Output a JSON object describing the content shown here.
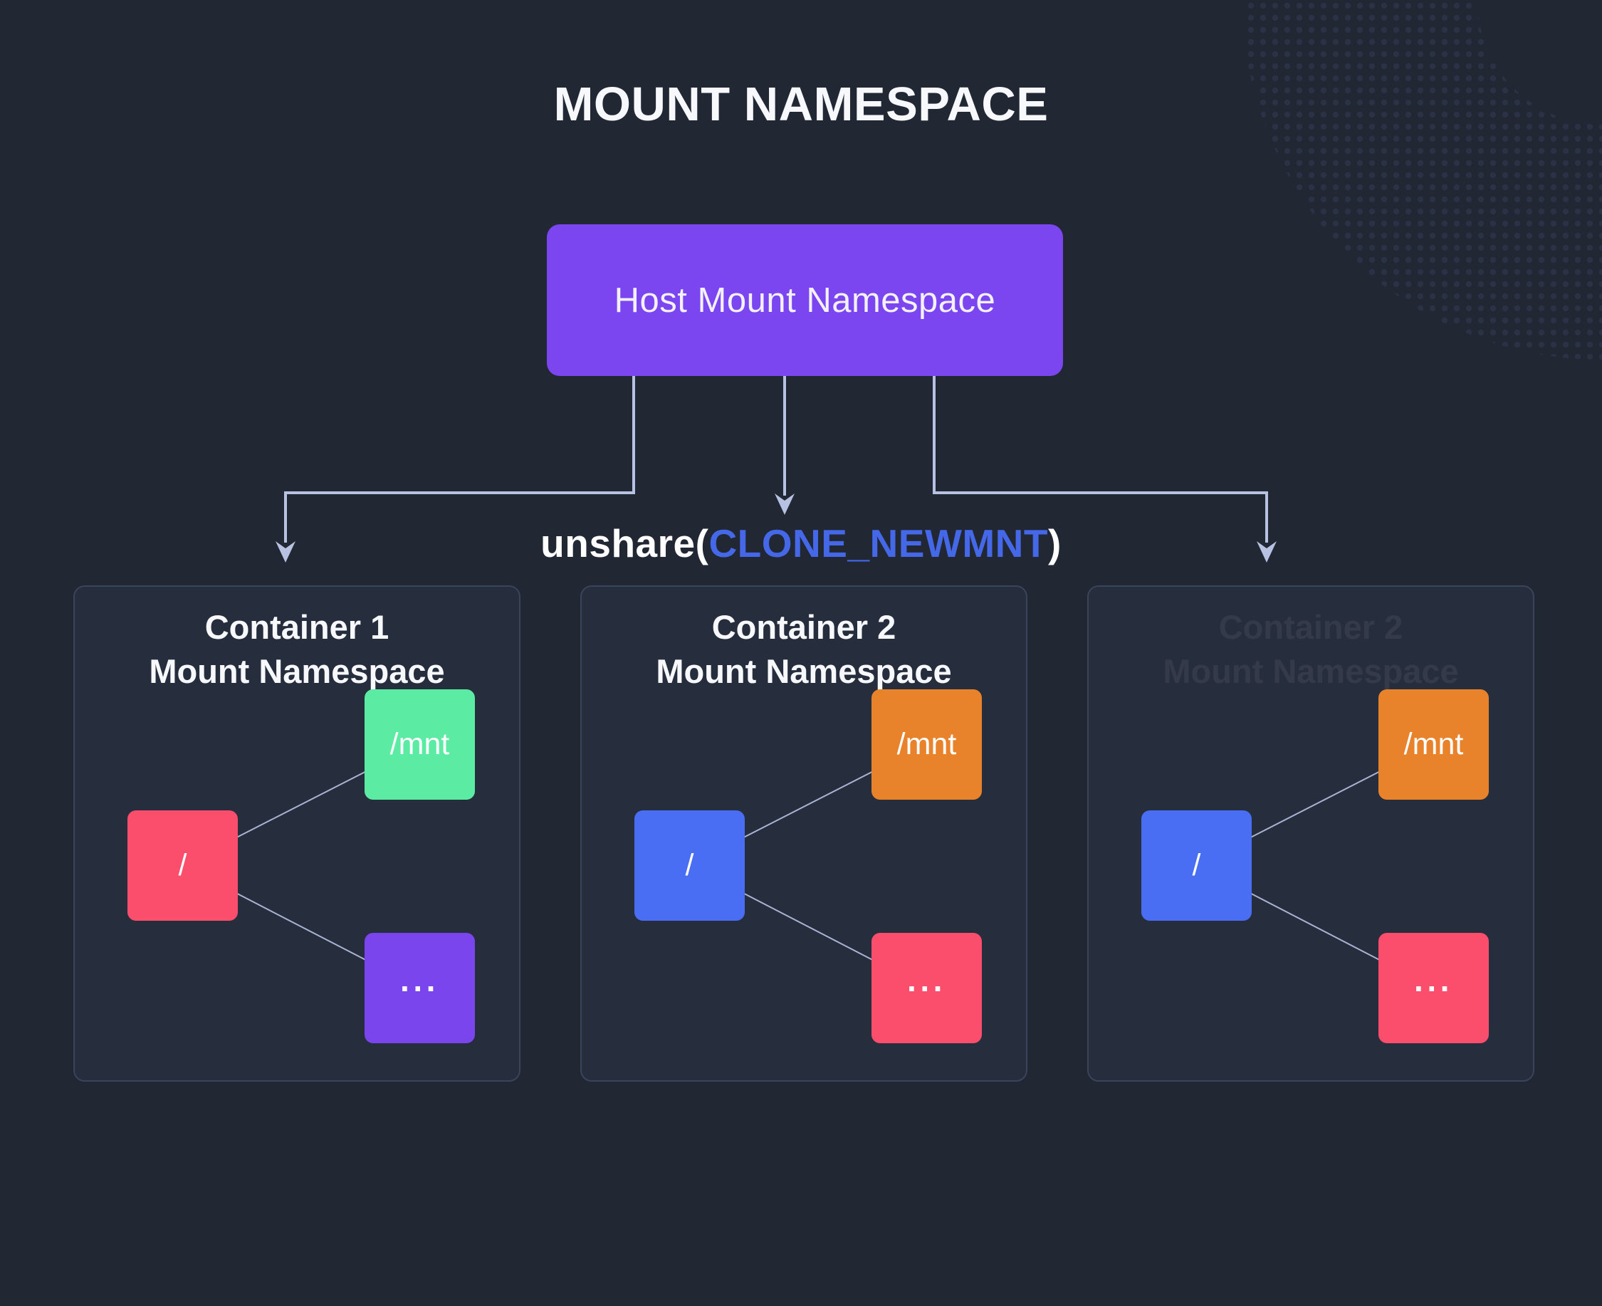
{
  "page": {
    "title": "MOUNT NAMESPACE"
  },
  "host": {
    "label": "Host Mount Namespace",
    "color": "#7b45f0"
  },
  "syscall": {
    "prefix": "unshare(",
    "arg": "CLONE_NEWMNT",
    "suffix": ")",
    "arg_color": "#4468e8"
  },
  "containers": [
    {
      "title_line1": "Container 1",
      "title_line2": "Mount Namespace",
      "faded": false,
      "nodes": {
        "mnt": {
          "label": "/mnt",
          "color": "#5beba3"
        },
        "root": {
          "label": "/",
          "color": "#fb4d6c"
        },
        "dots": {
          "label": "···",
          "color": "#7b45ee"
        }
      }
    },
    {
      "title_line1": "Container 2",
      "title_line2": "Mount Namespace",
      "faded": false,
      "nodes": {
        "mnt": {
          "label": "/mnt",
          "color": "#e8822b"
        },
        "root": {
          "label": "/",
          "color": "#4a6ef3"
        },
        "dots": {
          "label": "···",
          "color": "#fb4d6c"
        }
      }
    },
    {
      "title_line1": "Container 2",
      "title_line2": "Mount Namespace",
      "faded": true,
      "nodes": {
        "mnt": {
          "label": "/mnt",
          "color": "#e8822b"
        },
        "root": {
          "label": "/",
          "color": "#4a6ef3"
        },
        "dots": {
          "label": "···",
          "color": "#fb4d6c"
        }
      }
    }
  ],
  "colors": {
    "background": "#212733",
    "panel_background": "#262d3d",
    "panel_border": "#3a445a",
    "arrow": "#b7c1e2",
    "connector_line": "#a9b3d3",
    "faded_title": "rgba(235,241,255,0.07)",
    "corner_dot": "#2b3246"
  }
}
